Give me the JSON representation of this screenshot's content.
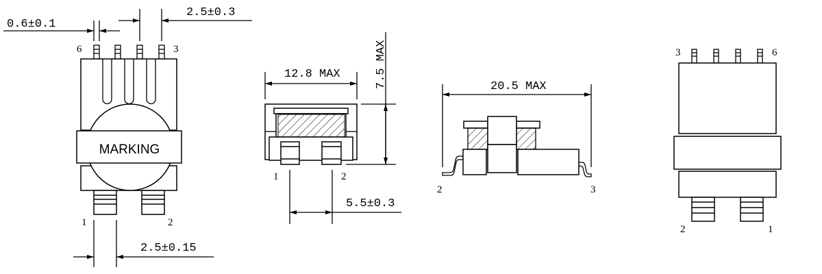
{
  "colors": {
    "ink": "#000000",
    "background": "#ffffff"
  },
  "top_view": {
    "dim_lead_width": "0.6±0.1",
    "dim_top_pitch": "2.5±0.3",
    "dim_bottom_pitch": "2.5±0.15",
    "marking": "MARKING",
    "pins": {
      "p6": "6",
      "p3": "3",
      "p1": "1",
      "p2": "2"
    }
  },
  "front_view": {
    "dim_width": "12.8 MAX",
    "dim_height": "7.5 MAX",
    "dim_pad_pitch": "5.5±0.3",
    "pins": {
      "p1": "1",
      "p2": "2"
    }
  },
  "side_view": {
    "dim_length": "20.5 MAX",
    "pins": {
      "p2": "2",
      "p3": "3"
    }
  },
  "bottom_view": {
    "pins": {
      "p3": "3",
      "p6": "6",
      "p2": "2",
      "p1": "1"
    }
  }
}
